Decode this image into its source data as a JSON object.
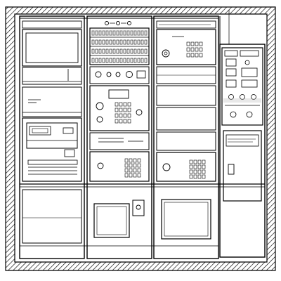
{
  "drawing": {
    "subject": "equipment-rack-line-drawing",
    "colors": {
      "ink": "#000000",
      "paper": "#ffffff",
      "shade": "#bdbdbd"
    },
    "cabinets": [
      {
        "name": "rack-1",
        "panels": [
          "blank-panel",
          "monitor-screen",
          "switch-panel",
          "printer-unit",
          "storage-drawer"
        ]
      },
      {
        "name": "rack-2",
        "panels": [
          "patch-panel",
          "control-panel",
          "keypad-panel",
          "drawer-unit",
          "storage-drawer"
        ]
      },
      {
        "name": "rack-3",
        "panels": [
          "control-panel",
          "blank-panel",
          "keypad-panel",
          "storage-drawer"
        ]
      },
      {
        "name": "rack-4",
        "panels": [
          "instrument-panel",
          "door-panel"
        ]
      }
    ]
  }
}
